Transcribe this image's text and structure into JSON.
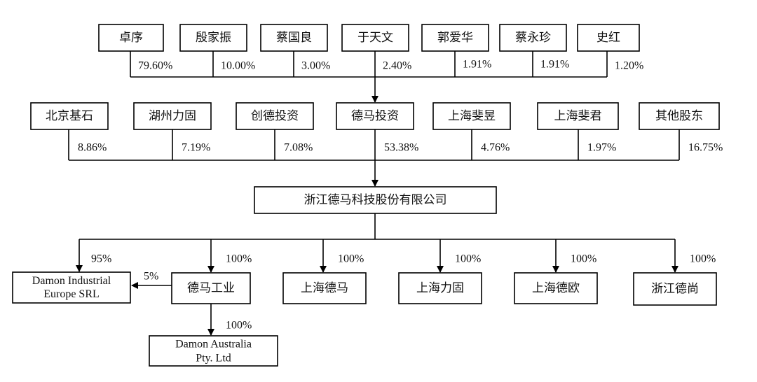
{
  "top_shareholders": [
    {
      "name": "卓序",
      "pct": "79.60%"
    },
    {
      "name": "殷家振",
      "pct": "10.00%"
    },
    {
      "name": "蔡国良",
      "pct": "3.00%"
    },
    {
      "name": "于天文",
      "pct": "2.40%"
    },
    {
      "name": "郭爱华",
      "pct": "1.91%"
    },
    {
      "name": "蔡永珍",
      "pct": "1.91%"
    },
    {
      "name": "史红",
      "pct": "1.20%"
    }
  ],
  "mid_shareholders": [
    {
      "name": "北京基石",
      "pct": "8.86%"
    },
    {
      "name": "湖州力固",
      "pct": "7.19%"
    },
    {
      "name": "创德投资",
      "pct": "7.08%"
    },
    {
      "name": "德马投资",
      "pct": "53.38%"
    },
    {
      "name": "上海斐昱",
      "pct": "4.76%"
    },
    {
      "name": "上海斐君",
      "pct": "1.97%"
    },
    {
      "name": "其他股东",
      "pct": "16.75%"
    }
  ],
  "company": {
    "name": "浙江德马科技股份有限公司"
  },
  "subsidiaries": [
    {
      "name_lines": [
        "Damon Industrial",
        "Europe SRL"
      ],
      "pct": "95%"
    },
    {
      "name_lines": [
        "德马工业"
      ],
      "pct": "100%"
    },
    {
      "name_lines": [
        "上海德马"
      ],
      "pct": "100%"
    },
    {
      "name_lines": [
        "上海力固"
      ],
      "pct": "100%"
    },
    {
      "name_lines": [
        "上海德欧"
      ],
      "pct": "100%"
    },
    {
      "name_lines": [
        "浙江德尚"
      ],
      "pct": "100%"
    }
  ],
  "cross_holding": {
    "pct": "5%"
  },
  "sub_subsidiary": {
    "name_lines": [
      "Damon Australia",
      "Pty. Ltd"
    ],
    "pct": "100%"
  }
}
